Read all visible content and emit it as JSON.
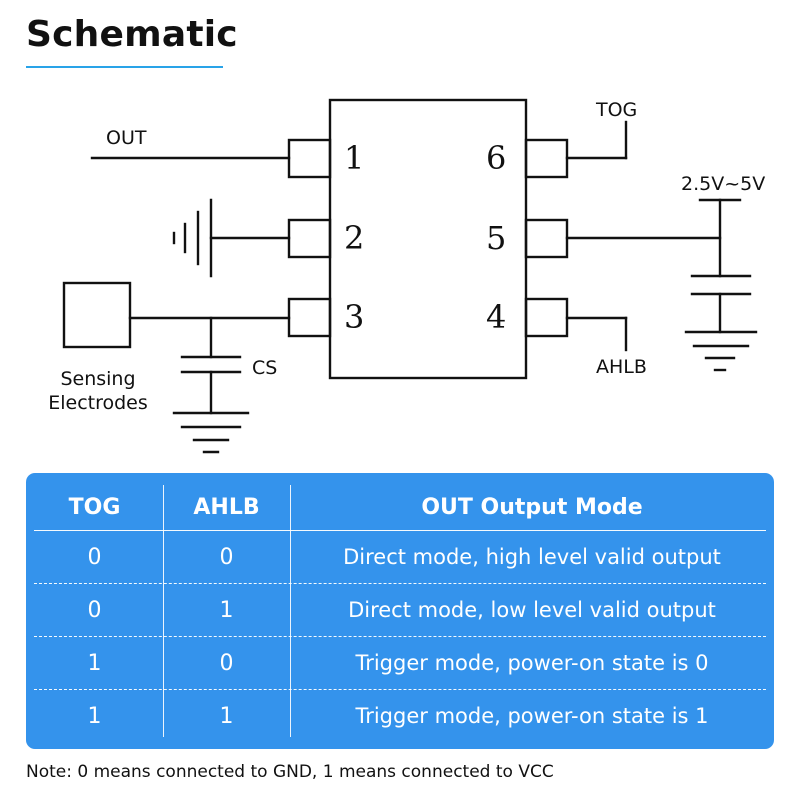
{
  "title": "Schematic",
  "schematic": {
    "pins_left": [
      "1",
      "2",
      "3"
    ],
    "pins_right": [
      "6",
      "5",
      "4"
    ],
    "labels": {
      "out": "OUT",
      "tog": "TOG",
      "supply": "2.5V~5V",
      "ahlb": "AHLB",
      "cs": "CS",
      "sensing_line1": "Sensing",
      "sensing_line2": "Electrodes"
    }
  },
  "table": {
    "headers": [
      "TOG",
      "AHLB",
      "OUT Output Mode"
    ],
    "rows": [
      [
        "0",
        "0",
        "Direct mode, high level valid output"
      ],
      [
        "0",
        "1",
        "Direct mode, low level valid output"
      ],
      [
        "1",
        "0",
        "Trigger mode, power-on state is 0"
      ],
      [
        "1",
        "1",
        "Trigger mode, power-on state is 1"
      ]
    ]
  },
  "note": "Note: 0 means connected to GND, 1 means connected to VCC",
  "colors": {
    "accent": "#29a3e8",
    "table_background": "#3493ec"
  }
}
